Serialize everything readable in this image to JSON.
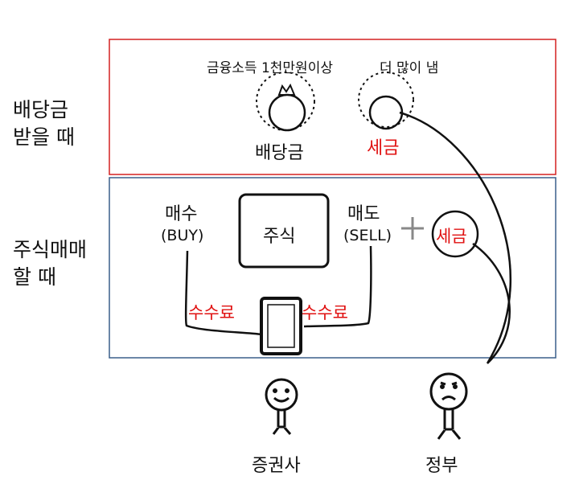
{
  "side": {
    "dividend_line1": "배당금",
    "dividend_line2": "받을 때",
    "trade_line1": "주식매매",
    "trade_line2": "할 때"
  },
  "dividend_box": {
    "threshold_note": "금융소득 1천만원이상",
    "more_pay_note": "더 많이 냄",
    "dividend_label": "배당금",
    "tax_label": "세금"
  },
  "trade_box": {
    "buy_label": "매수",
    "buy_en": "(BUY)",
    "stock_label": "주식",
    "sell_label": "매도",
    "sell_en": "(SELL)",
    "plus": "+",
    "tax_label": "세금",
    "fee_left": "수수료",
    "fee_right": "수수료"
  },
  "actors": {
    "broker": "증권사",
    "government": "정부"
  },
  "colors": {
    "red_box": "#d42020",
    "blue_box": "#3a5f8a",
    "red_text": "#e01010",
    "ink": "#111111"
  }
}
